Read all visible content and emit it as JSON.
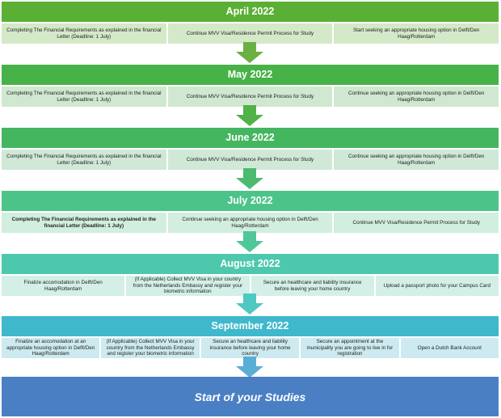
{
  "months": [
    {
      "title": "April 2022",
      "header_color": "#5ab034",
      "cell_color": "#d4e9c8",
      "bold": false,
      "tasks": [
        "Completing The Financial Requirements  as explained  in the financial Letter  (Deadline:  1 July)",
        "Continue MVV Visa/Residence  Permit  Process for Study",
        "Start seeking  an appropriate housing option in Delft/Den Haag/Rotterdam"
      ]
    },
    {
      "title": "May 2022",
      "header_color": "#47b247",
      "cell_color": "#cfe8cf",
      "bold": false,
      "tasks": [
        "Completing The Financial Requirements  as explained  in the financial Letter  (Deadline:  1 July)",
        "Continue MVV Visa/Residence  Permit  Process for Study",
        "Continue seeking  an appropriate housing option in Delft/Den Haag/Rotterdam"
      ]
    },
    {
      "title": "June 2022",
      "header_color": "#45b660",
      "cell_color": "#cfe9d6",
      "bold": false,
      "tasks": [
        "Completing The Financial Requirements  as explained  in the financial Letter  (Deadline:  1 July)",
        "Continue MVV Visa/Residence  Permit  Process for Study",
        "Continue seeking  an appropriate housing option in Delft/Den Haag/Rotterdam"
      ]
    },
    {
      "title": "July 2022",
      "header_color": "#4cc489",
      "cell_color": "#d1eedf",
      "bold": true,
      "tasks": [
        "Completing  The Financial Requirements as explained in the financial Letter (Deadline: 1 July)",
        "Continue seeking  an appropriate housing option in Delft/Den Haag/Rotterdam",
        "Continue MVV Visa/Residence  Permit  Process for Study"
      ]
    },
    {
      "title": "August 2022",
      "header_color": "#4ec8ad",
      "cell_color": "#d3efe8",
      "bold": false,
      "tasks": [
        "Finalize  accomodation in Delft/Den Haag/Rotterdam",
        "(If Applicable)  Collect  MVV Visa in your country from the Netherlands  Embassy  and register  your biometric information",
        "Secure  an healthcare  and liability insurance before leaving  your home country",
        "Upload  a passport photo for your Campus Card"
      ]
    },
    {
      "title": "September 2022",
      "header_color": "#3fb8cc",
      "cell_color": "#cdeaf0",
      "bold": false,
      "tasks": [
        "Finalize  an accomodation at an appropriate  housing option in Delft/Den  Haag/Rotterdam",
        "(If Applicable) Collect MVV Visa in your country from the Netherlands Embassy and register your biometric information",
        "Secure  an healthcare  and liability insurance before leaving your home country",
        "Secure  an appointment  at the municipality  you are going to live in for registration",
        "Open  a Dutch Bank Account"
      ]
    }
  ],
  "arrow_colors": [
    "#6ab042",
    "#52b24a",
    "#4cbb70",
    "#4fc797",
    "#4ec8c0",
    "#5aaed6"
  ],
  "final": {
    "label": "Start of your Studies",
    "color": "#4a7fc4"
  }
}
